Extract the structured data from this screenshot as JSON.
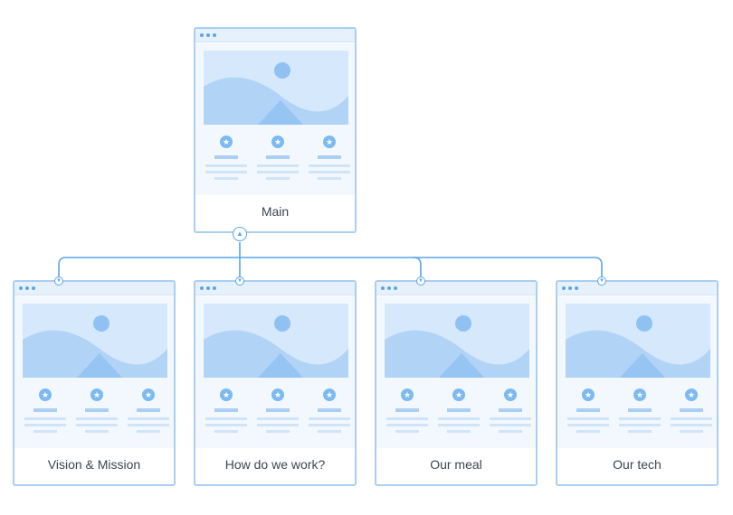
{
  "colors": {
    "border": "#a9cff2",
    "accent": "#5aa5ea",
    "image_fill": "#d6e8fb",
    "hill": "#b0d3f6",
    "hill_dark": "#96c5f3",
    "sun": "#8fc2f3",
    "text": "#3d4550"
  },
  "icons": {
    "window_dots": "three-dots-icon",
    "feature": "star-icon",
    "image": "landscape-image-icon",
    "connector_up": "triangle-up-icon",
    "connector_down": "triangle-down-icon"
  },
  "glyphs": {
    "star": "★",
    "up": "▲",
    "down": "▼"
  },
  "pages": {
    "main": {
      "label": "Main"
    },
    "children": [
      {
        "label": "Vision & Mission"
      },
      {
        "label": "How do we work?"
      },
      {
        "label": "Our meal"
      },
      {
        "label": "Our tech"
      }
    ]
  }
}
